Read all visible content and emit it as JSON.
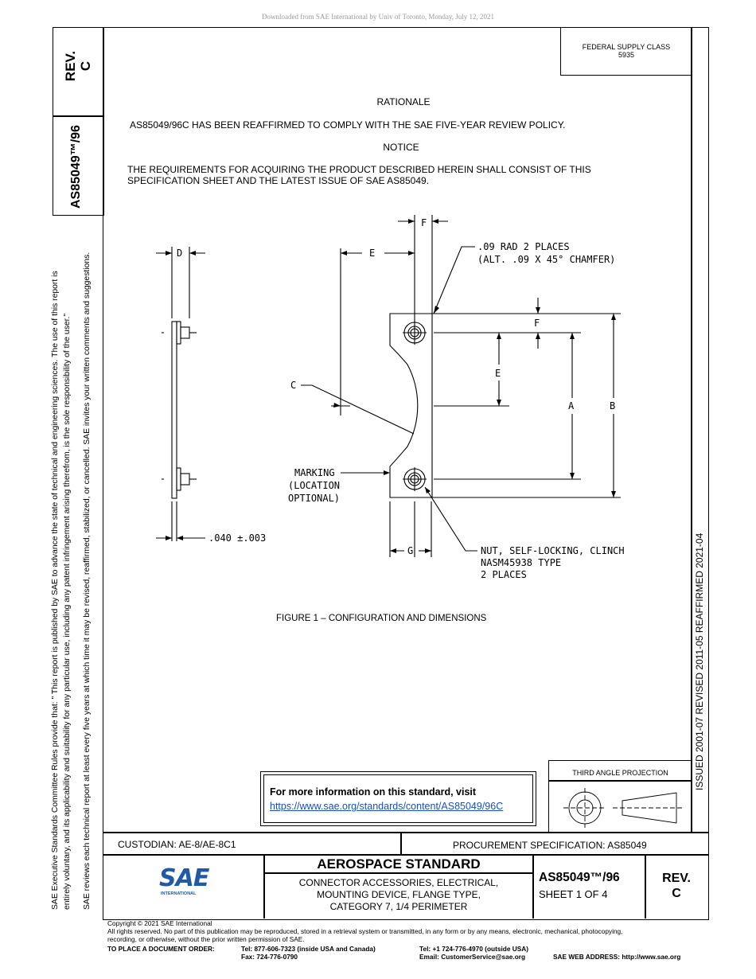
{
  "download_notice": "Downloaded from SAE International by Univ of Toronto, Monday, July 12, 2021",
  "left_panel": {
    "rev_label": "REV.",
    "rev_value": "C",
    "doc_number": "AS85049™/96",
    "disclaimer_line1": "SAE Executive Standards Committee Rules provide that: \"  This report is published by SAE to advance the state of technical and engineering sciences. The use of this report is",
    "disclaimer_line2": "entirely voluntary, and its applicability and suitability for any particular use, including any patent infringement arising therefrom, is the sole responsibility of the user.\"",
    "disclaimer_line3": "SAE reviews each technical report at least every five years at which time it may be revised, reaffirmed, stabilized, or cancelled. SAE invites your written comments and suggestions."
  },
  "right_strip": {
    "text": "ISSUED 2001-07    REVISED 2011-05    REAFFIRMED 2021-04"
  },
  "supply_class": {
    "line1": "FEDERAL SUPPLY CLASS",
    "line2": "5935"
  },
  "rationale": {
    "heading": "RATIONALE",
    "text": "AS85049/96C HAS BEEN REAFFIRMED TO COMPLY WITH THE SAE FIVE-YEAR REVIEW POLICY."
  },
  "notice": {
    "heading": "NOTICE",
    "line1": "THE REQUIREMENTS FOR ACQUIRING THE PRODUCT DESCRIBED HEREIN SHALL CONSIST OF THIS",
    "line2": "SPECIFICATION SHEET AND THE LATEST ISSUE OF SAE AS85049."
  },
  "drawing": {
    "label_d": "D",
    "label_e": "E",
    "label_f": "F",
    "label_c": "C",
    "label_a": "A",
    "label_b": "B",
    "label_g": "G",
    "thickness": ".040 ±.003",
    "rad_line1": ".09 RAD 2 PLACES",
    "rad_line2": "(ALT. .09 X 45° CHAMFER)",
    "marking_line1": "MARKING",
    "marking_line2": "(LOCATION",
    "marking_line3": "OPTIONAL)",
    "nut_line1": "NUT, SELF-LOCKING, CLINCH",
    "nut_line2": "NASM45938 TYPE",
    "nut_line3": "2 PLACES",
    "caption": "FIGURE 1 – CONFIGURATION AND DIMENSIONS"
  },
  "info_box": {
    "text": "For more information on this standard, visit",
    "link": "https://www.sae.org/standards/content/AS85049/96C"
  },
  "projection": {
    "label": "THIRD ANGLE PROJECTION"
  },
  "footer": {
    "custodian": "CUSTODIAN: AE-8/AE-8C1",
    "procurement": "PROCUREMENT SPECIFICATION: AS85049",
    "logo_text": "SAE",
    "logo_sub": "INTERNATIONAL",
    "standard_title": "AEROSPACE STANDARD",
    "desc_line1": "CONNECTOR ACCESSORIES, ELECTRICAL,",
    "desc_line2": "MOUNTING DEVICE, FLANGE TYPE,",
    "desc_line3": "CATEGORY 7, 1/4 PERIMETER",
    "doc_number": "AS85049™/96",
    "sheet": "SHEET 1 OF 4",
    "rev_label": "REV.",
    "rev_value": "C"
  },
  "copyright": {
    "line1": "Copyright © 2021 SAE International",
    "line2": "All rights reserved. No part of this publication may be reproduced, stored in a retrieval system or transmitted, in any form or by any means, electronic, mechanical, photocopying,",
    "line3": "recording, or otherwise, without the prior written permission of SAE.",
    "order_label": "TO PLACE A DOCUMENT ORDER:",
    "tel_us": "Tel:  877-606-7323 (inside USA and Canada)",
    "fax": "Fax:  724-776-0790",
    "tel_intl": "Tel:   +1 724-776-4970 (outside USA)",
    "email": "Email:  CustomerService@sae.org",
    "web": "SAE WEB ADDRESS:  http://www.sae.org"
  }
}
